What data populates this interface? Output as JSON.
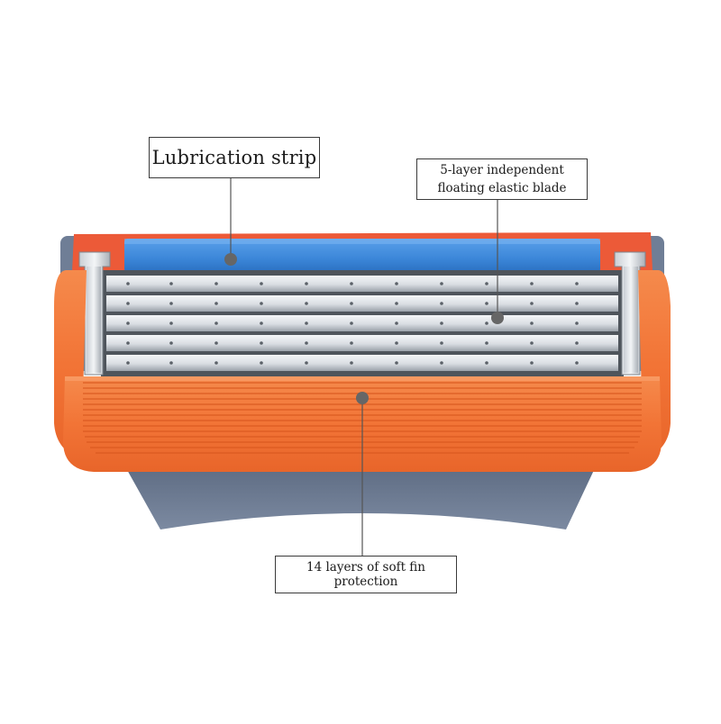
{
  "callouts": {
    "lubrication": {
      "label": "Lubrication strip"
    },
    "blade": {
      "line1": "5-layer independent",
      "line2": "floating elastic blade"
    },
    "fin": {
      "label": "14 layers of soft fin protection"
    }
  },
  "colors": {
    "orange_body": "#f27436",
    "orange_dark": "#d85a22",
    "blue_strip": "#3b86d8",
    "steel_bar": "#dfe3e7",
    "steel_dark": "#6e747b",
    "gray_base": "#6b7a91",
    "leader_line": "#555555",
    "marker_dot": "#666666"
  },
  "icons": [
    "razor-cartridge-illustration"
  ]
}
